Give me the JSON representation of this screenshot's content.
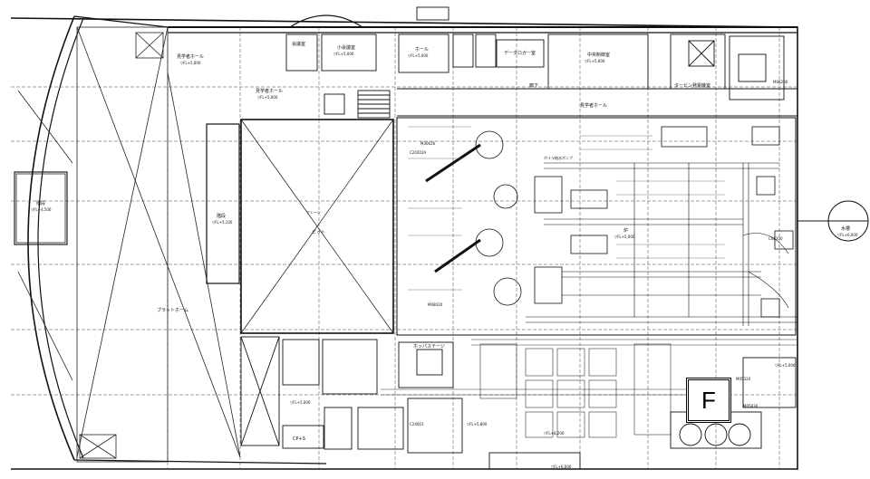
{
  "marker": {
    "label": "F"
  },
  "labels": {
    "exhibit_hall_left": "見学者ホール",
    "exhibit_hall_left_fl": "▽FL+5,000",
    "exhibit_hall_2": "見学者ホール",
    "exhibit_hall_2_fl": "▽FL+5,000",
    "meeting_room": "会議室",
    "small_meeting": "小会議室",
    "small_meeting_fl": "▽FL+5,000",
    "hall": "ホール",
    "hall_fl": "▽FL+5,000",
    "central_control": "中央制御室",
    "central_control_fl": "▽FL+5,000",
    "data_room": "データロガー室",
    "turbine_room": "タービン発電機室",
    "corridor": "廊下",
    "exhibit_corridor": "見学者ホール",
    "left_stair": "階段",
    "left_stair_fl": "▽FL+4,500",
    "mid_stair": "階段",
    "mid_stair_fl": "▽FL+5,100",
    "platform": "プラットホーム",
    "pit": "ピット",
    "crane": "クレーン",
    "boiler_area": "炉",
    "boiler_fl": "▽FL+5,000",
    "hopper_room": "ホッパステージ",
    "fl_5000_a": "▽FL+5,000",
    "fl_5000_b": "▽FL+5,000",
    "fl_8200": "▽FL+8,200",
    "fl_5800": "▽FL+5,800",
    "fl_6000": "▽FL+6,000",
    "cp_s": "CP+S",
    "tank_label": "水槽",
    "tank_fl": "▽FL+6,000",
    "pump_label": "ボイラ給水ポンプ",
    "code_1": "M30626",
    "code_2": "C20202A",
    "code_3": "M08020",
    "code_4": "M05830",
    "code_5": "C08200",
    "code_6": "C24001",
    "code_7": "M06200",
    "code_8": "M05320"
  }
}
